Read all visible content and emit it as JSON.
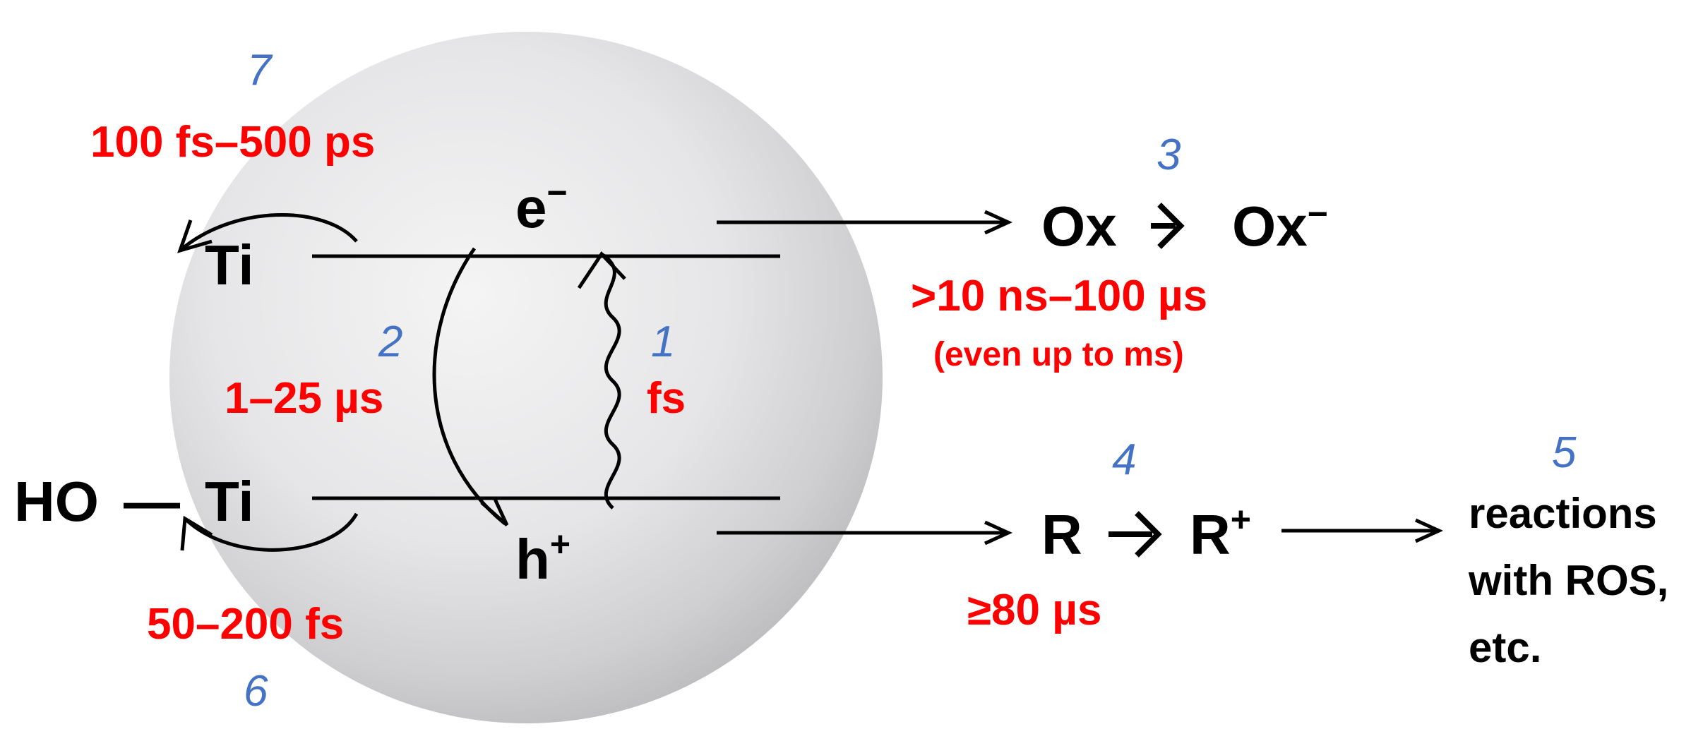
{
  "colors": {
    "time_label": "#ff0000",
    "step_number": "#4472c4",
    "text": "#000000",
    "particle": "#e9e9e9"
  },
  "labels": {
    "electron": "e",
    "electron_sup": "−",
    "hole": "h",
    "hole_sup": "+",
    "ti_top": "Ti",
    "ti_bottom": "Ti",
    "ho": "HO",
    "ho_bond": "—",
    "ox": "Ox",
    "ox_reduced": "Ox",
    "ox_reduced_sup": "−",
    "r": "R",
    "r_oxidized": "R",
    "r_oxidized_sup": "+",
    "reactions_line1": "reactions",
    "reactions_line2": "with ROS,",
    "reactions_line3": "etc.",
    "arrow_glyph": "→"
  },
  "times": {
    "step1": "fs",
    "step2": "1–25 µs",
    "step3": ">10 ns–100 µs",
    "step3_note": "(even up to ms)",
    "step4": "≥80 µs",
    "step6": "50–200 fs",
    "step7": "100 fs–500 ps"
  },
  "steps": {
    "s1": "1",
    "s2": "2",
    "s3": "3",
    "s4": "4",
    "s5": "5",
    "s6": "6",
    "s7": "7"
  }
}
